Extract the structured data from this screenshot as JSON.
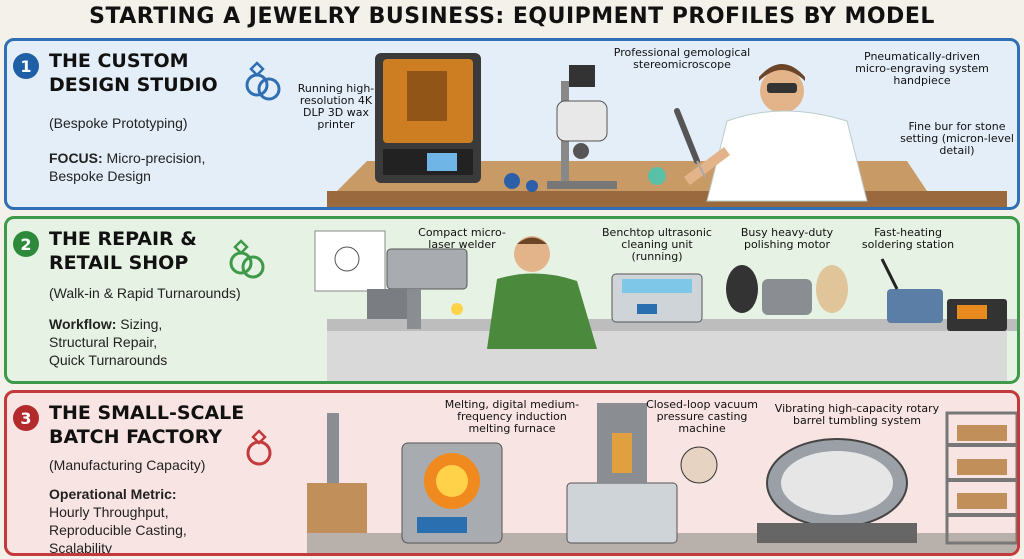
{
  "title": "STARTING A JEWELRY BUSINESS: EQUIPMENT PROFILES BY MODEL",
  "panels": [
    {
      "number": "1",
      "title_line1": "THE CUSTOM",
      "title_line2": "DESIGN STUDIO",
      "subtitle": "(Bespoke Prototyping)",
      "desc_key": "FOCUS:",
      "desc_rest": " Micro-precision,",
      "desc_line2": "Bespoke Design",
      "accent": "#2f6fb3",
      "labels": {
        "printer": "Running high-resolution 4K DLP 3D wax printer",
        "microscope": "Professional gemological stereomicroscope",
        "engraver": "Pneumatically-driven micro-engraving system handpiece",
        "bur": "Fine bur for stone setting (micron-level detail)"
      }
    },
    {
      "number": "2",
      "title_line1": "THE REPAIR &",
      "title_line2": "RETAIL SHOP",
      "subtitle": "(Walk-in & Rapid Turnarounds)",
      "desc_key": "Workflow:",
      "desc_rest": " Sizing,",
      "desc_line2": "Structural Repair,",
      "desc_line3": "Quick Turnarounds",
      "accent": "#3e9a4a",
      "labels": {
        "welder": "Compact micro-laser welder",
        "ultrasonic": "Benchtop ultrasonic cleaning unit (running)",
        "polisher": "Busy heavy-duty polishing motor",
        "soldering": "Fast-heating soldering station"
      }
    },
    {
      "number": "3",
      "title_line1": "THE SMALL-SCALE",
      "title_line2": "BATCH FACTORY",
      "subtitle": "(Manufacturing Capacity)",
      "desc_key": "Operational Metric:",
      "desc_line2": "Hourly Throughput,",
      "desc_line3": "Reproducible Casting,",
      "desc_line4": "Scalability",
      "accent": "#c4393b",
      "labels": {
        "furnace": "Melting, digital medium-frequency induction melting furnace",
        "vacuum": "Closed-loop vacuum pressure casting machine",
        "tumbler": "Vibrating high-capacity rotary barrel tumbling system"
      }
    }
  ]
}
